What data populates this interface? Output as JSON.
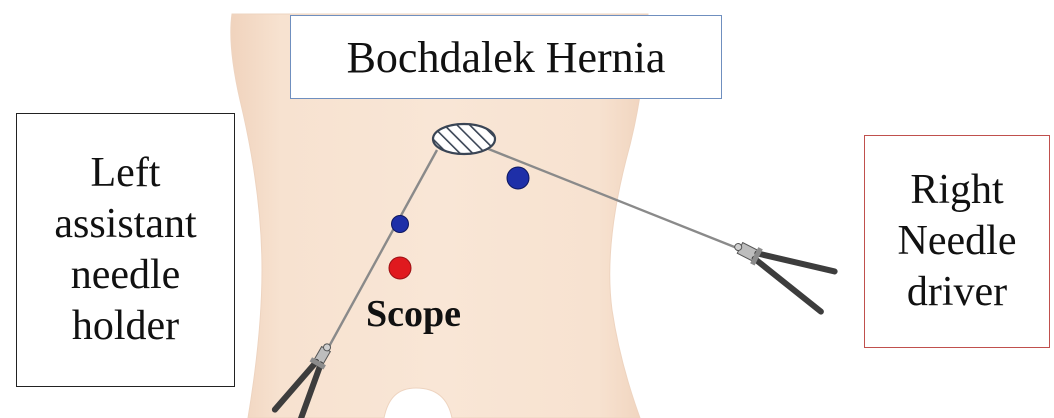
{
  "diagram": {
    "title": "Bochdalek Hernia",
    "left_label_lines": [
      "Left",
      "assistant",
      "needle",
      "holder"
    ],
    "right_label_lines": [
      "Right",
      "Needle",
      "driver"
    ],
    "scope_label": "Scope"
  },
  "colors": {
    "skin": "#f6dfcb",
    "port_blue": "#1e2fa8",
    "scope_red": "#e0191e",
    "title_border": "#6f8fbf",
    "right_border": "#c0504d",
    "left_border": "#222222"
  },
  "icons": {
    "hernia_marker": "hatched-ellipse-icon",
    "instrument": "laparoscopic-needle-holder-icon"
  }
}
